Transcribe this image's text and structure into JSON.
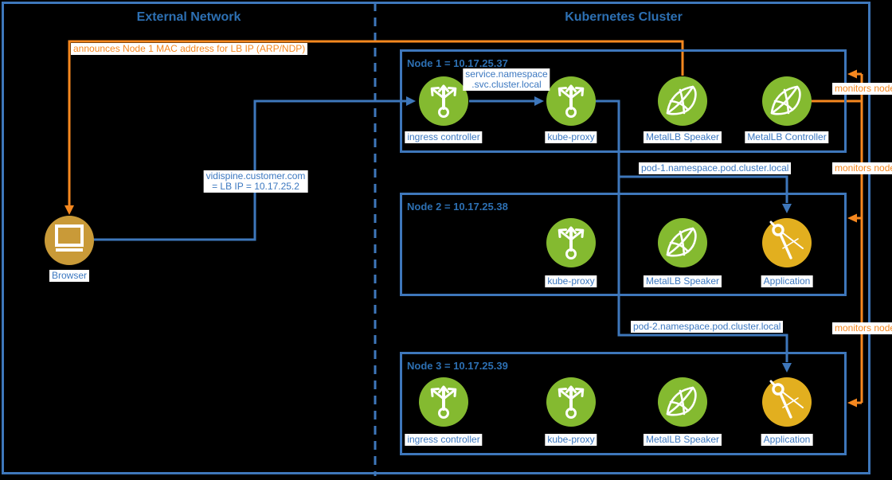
{
  "titles": {
    "external": "External Network",
    "cluster": "Kubernetes Cluster"
  },
  "browser": {
    "label": "Browser"
  },
  "nodes": [
    {
      "title": "Node 1 = 10.17.25.37",
      "items": [
        {
          "label": "ingress controller"
        },
        {
          "label": "kube-proxy"
        },
        {
          "label": "MetalLB Speaker"
        },
        {
          "label": "MetalLB Controller"
        }
      ]
    },
    {
      "title": "Node 2 = 10.17.25.38",
      "items": [
        {
          "label": "kube-proxy"
        },
        {
          "label": "MetalLB Speaker"
        },
        {
          "label": "Application"
        }
      ]
    },
    {
      "title": "Node 3 = 10.17.25.39",
      "items": [
        {
          "label": "ingress controller"
        },
        {
          "label": "kube-proxy"
        },
        {
          "label": "MetalLB Speaker"
        },
        {
          "label": "Application"
        }
      ]
    }
  ],
  "edge_labels": {
    "announce": "announces Node 1 MAC address for LB IP (ARP/NDP)",
    "vidispine_line1": "vidispine.customer.com",
    "vidispine_line2": "= LB IP = 10.17.25.2",
    "service_line1": "service.namespace",
    "service_line2": ".svc.cluster.local",
    "pod1": "pod-1.namespace.pod.cluster.local",
    "pod2": "pod-2.namespace.pod.cluster.local",
    "monitors1": "monitors node",
    "monitors2": "monitors node",
    "monitors3": "monitors node"
  },
  "colors": {
    "wire_blue": "#3e77bb",
    "wire_orange": "#f6881f",
    "icon_green": "#84ba30",
    "app_gold": "#e2af1f",
    "browser_gold": "#c99a38",
    "text_blue": "#3c78c0",
    "title_blue": "#2d70b3",
    "background": "#000000",
    "label_chip": "#ffffff"
  }
}
